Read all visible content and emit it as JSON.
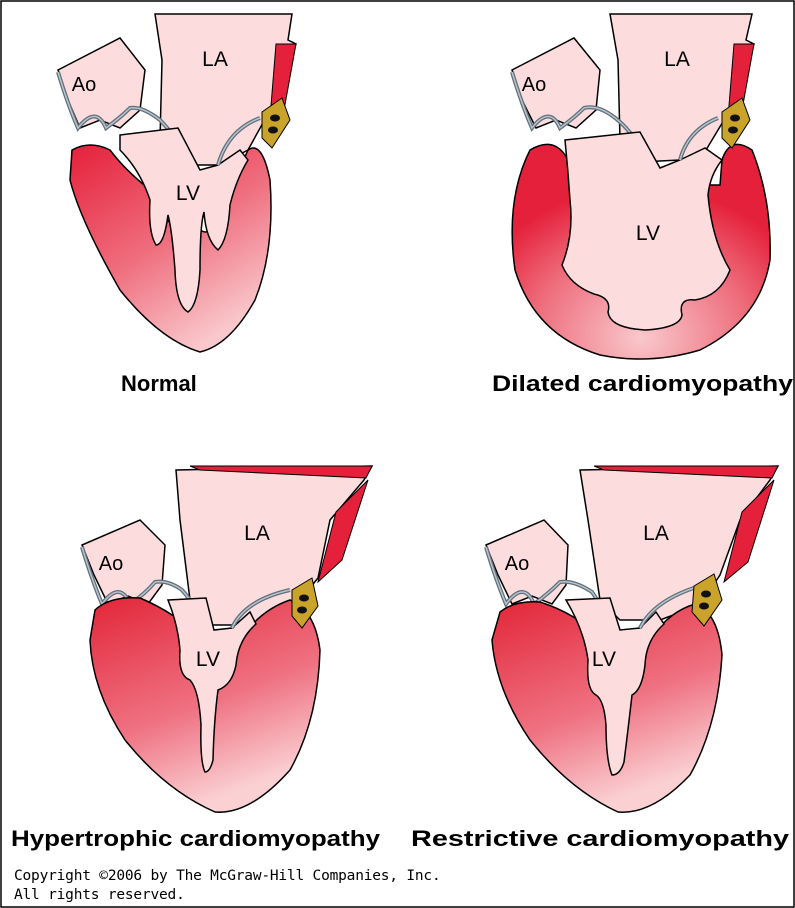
{
  "labels": {
    "aorta": "Ao",
    "left_atrium": "LA",
    "left_ventricle": "LV"
  },
  "panels": [
    {
      "caption": "Normal"
    },
    {
      "caption": "Dilated cardiomyopathy"
    },
    {
      "caption": "Hypertrophic cardiomyopathy"
    },
    {
      "caption": "Restrictive cardiomyopathy"
    }
  ],
  "copyright": {
    "line1": "Copyright ©2006 by The McGraw-Hill Companies, Inc.",
    "line2": "All rights reserved."
  },
  "colors": {
    "chamber": "#fcdcdc",
    "muscle_dark": "#e5203a",
    "muscle_light": "#f9c8cc",
    "valve": "#5f6e7a",
    "node": "#c9a32a"
  }
}
